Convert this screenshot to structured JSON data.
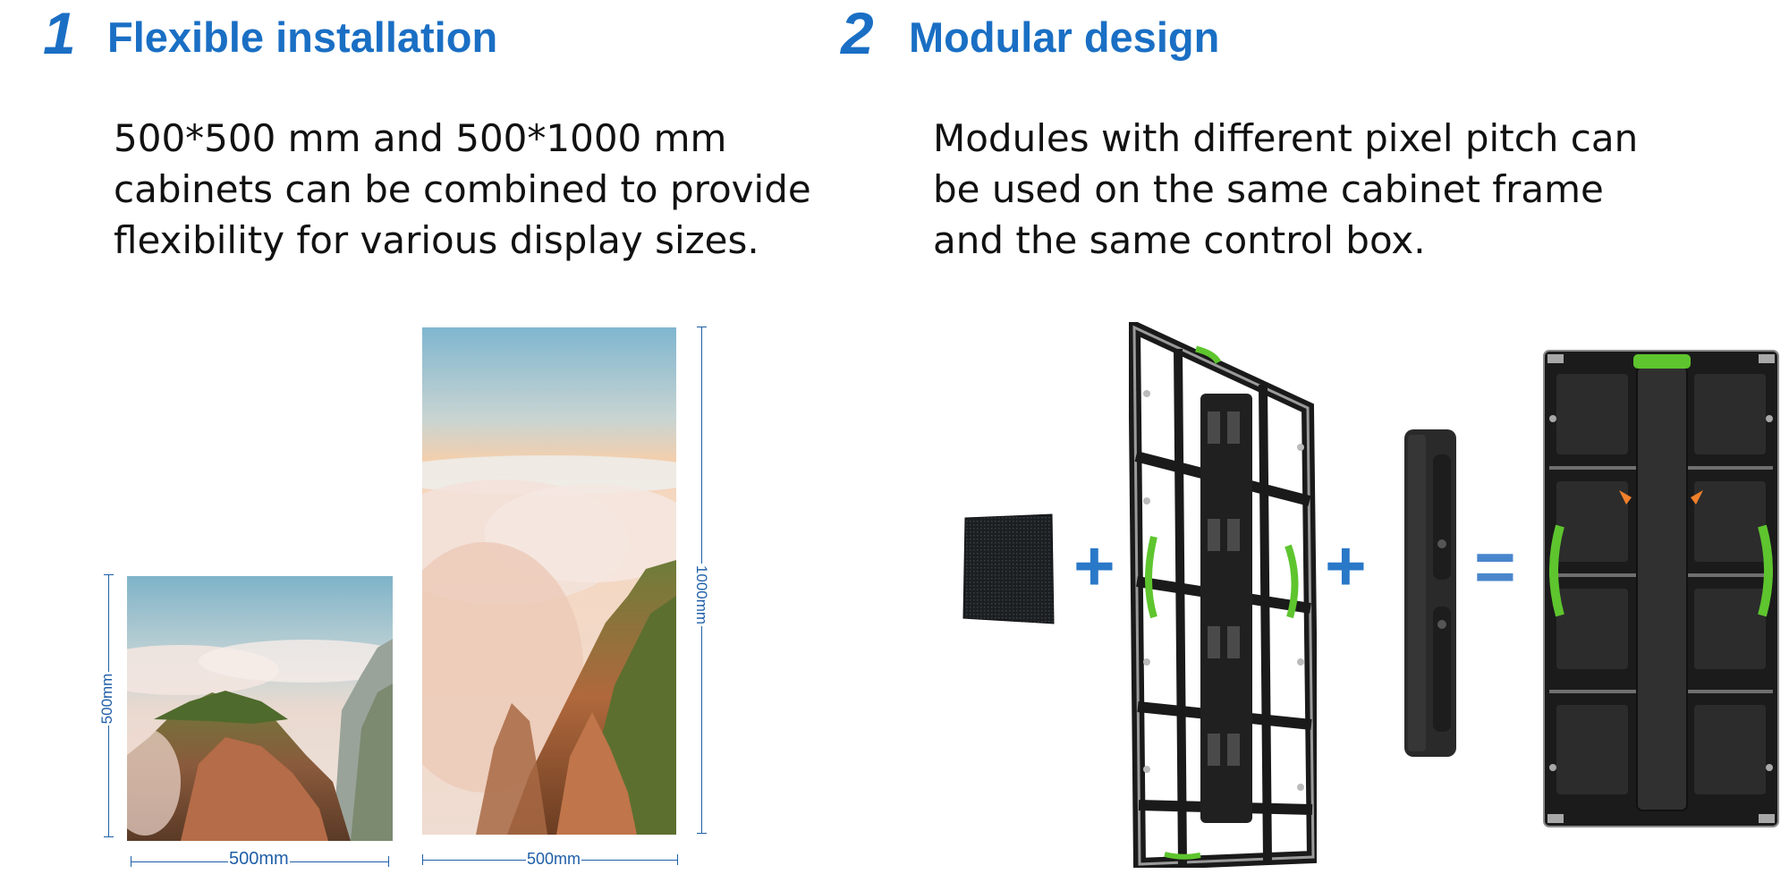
{
  "section1": {
    "number": "1",
    "title": "Flexible installation",
    "text_lines": [
      "500*500 mm and 500*1000 mm",
      "cabinets can be combined to provide",
      "flexibility for various display sizes."
    ],
    "small_cabinet": {
      "height_label": "500mm",
      "width_label": "500mm"
    },
    "large_cabinet": {
      "height_label": "1000mm",
      "width_label": "500mm"
    }
  },
  "section2": {
    "number": "2",
    "title": "Modular design",
    "text_lines": [
      "Modules with different pixel pitch can",
      "be used on the same cabinet frame",
      "and the same control box."
    ],
    "plus_1": "+",
    "plus_2": "+",
    "equals": "="
  },
  "colors": {
    "accent_blue": "#1a6fc4",
    "dimension_blue": "#1f5fa8",
    "handle_green": "#5ec52e"
  }
}
